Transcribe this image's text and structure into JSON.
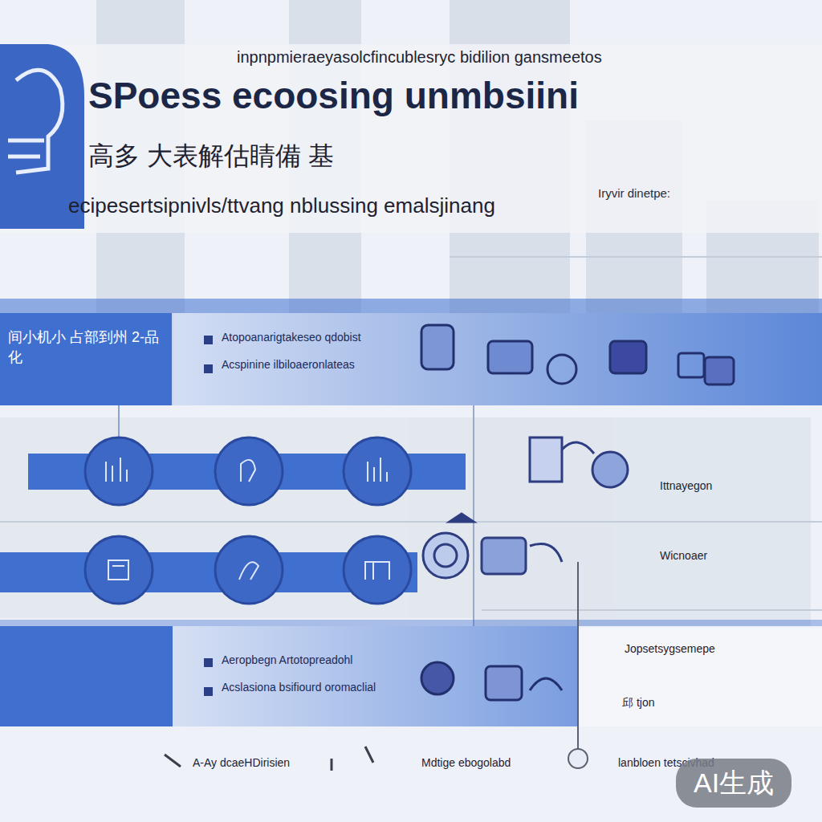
{
  "diagram": {
    "title": "SPoess ecoosing unmbsiini",
    "nodes": [
      {
        "text": [
          "间小机小 占部到州 2-品化"
        ]
      },
      {
        "text": [
          "Atopoanarigtakeseo qdobist",
          "Acspinine ilbiloaeronlateas"
        ]
      },
      {
        "text": [
          "Aeropbegn Artotopreadohl",
          "Acslasiona bsifiourd oromaclial"
        ]
      }
    ],
    "labels": [
      "inpnpmieraeyasolcfincublesryc bidilion gansmeetos",
      "高多 大表解估睛備 基",
      "ecipesertsipnivls/ttvang nblussing emalsjinang",
      "Iryvir dinetpe:",
      "Ittnayegon",
      "Wicnoaer",
      "Jopsetsygsemepe",
      "邱 tjon",
      "A-Ay dcaeHDirisien",
      "Mdtige ebogolabd",
      "lanbloen tetscivhad",
      "AI生成"
    ]
  }
}
